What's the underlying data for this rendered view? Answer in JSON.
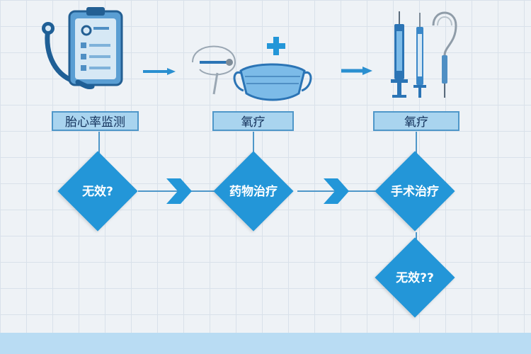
{
  "steps": {
    "step1_label": "胎心率监测",
    "step2_label": "氧疗",
    "step3_label": "氧疗"
  },
  "decisions": {
    "d1": "无效?",
    "d2": "药物治疗",
    "d3": "手术治疗",
    "d4": "无效??"
  },
  "icons": {
    "clipboard": "clipboard-stethoscope-icon",
    "oxygen": "oxygen-cannula-mask-icon",
    "syringes": "syringes-icon"
  },
  "colors": {
    "diamond": "#2396d8",
    "label_bg": "#a9d4ef",
    "label_border": "#4f97c9",
    "arrow": "#2a8fd0",
    "grid_bg": "#eef2f6"
  }
}
